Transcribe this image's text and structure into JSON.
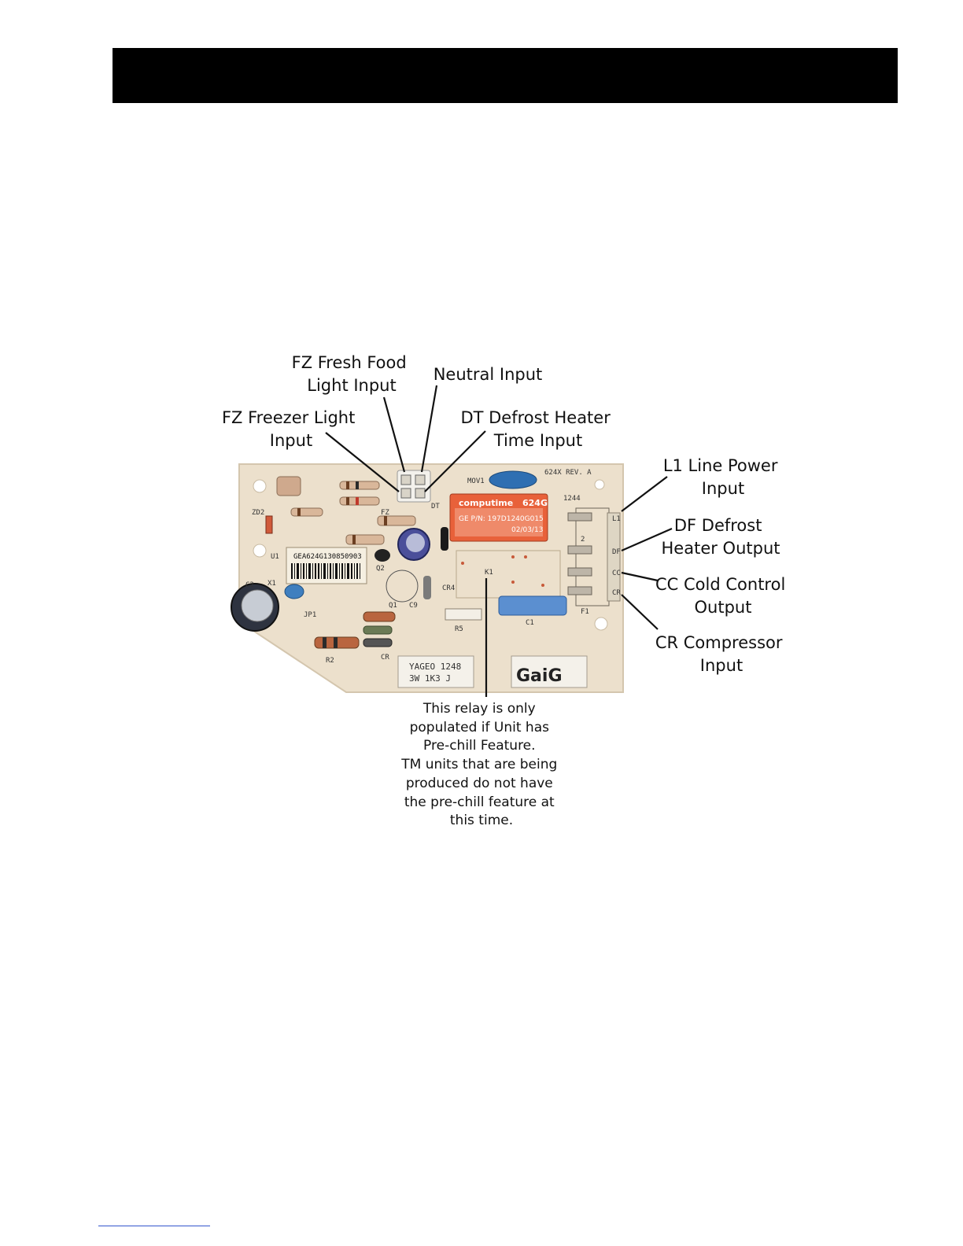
{
  "header": {
    "title": ""
  },
  "callouts": {
    "fz_fresh_food": [
      "FZ Fresh Food",
      "Light Input"
    ],
    "neutral": [
      "Neutral Input"
    ],
    "fz_freezer": [
      "FZ Freezer Light",
      "Input"
    ],
    "dt_defrost": [
      "DT Defrost Heater",
      "Time Input"
    ],
    "l1_line": [
      "L1 Line Power",
      "Input"
    ],
    "df_defrost": [
      "DF  Defrost",
      "Heater Output"
    ],
    "cc_cold": [
      "CC Cold Control",
      "Output"
    ],
    "cr_compressor": [
      "CR Compressor",
      "Input"
    ]
  },
  "relay_note": [
    "This relay is only",
    "populated if Unit has",
    "Pre-chill Feature.",
    "TM units that are being",
    "produced do not have",
    "the pre-chill feature at",
    "this time."
  ],
  "board": {
    "relay_brand": "computime",
    "relay_model": "624G",
    "relay_pn": "GE P/N: 197D1240G015",
    "relay_date": "02/03/13",
    "rev": "624X  REV. A",
    "barcode_label": "GEA624G130850903",
    "resistor1": [
      "YAGEO  1248",
      "3W  1K3  J"
    ],
    "resistor2": "GaiG",
    "silk": {
      "mov": "MOV1",
      "dt": "DT",
      "fz": "FZ",
      "zd": "ZD2",
      "u1": "U1",
      "q2": "Q2",
      "q1": "Q1",
      "c9": "C9",
      "cr4": "CR4",
      "k1": "K1",
      "r5": "R5",
      "c1": "C1",
      "f1": "F1",
      "x1": "X1",
      "c2": "C2",
      "jp1": "JP1",
      "r2": "R2",
      "cr": "CR",
      "l1": "L1",
      "df": "DF",
      "cc": "CC",
      "crp": "CR",
      "two": "2",
      "code": "1244"
    }
  }
}
